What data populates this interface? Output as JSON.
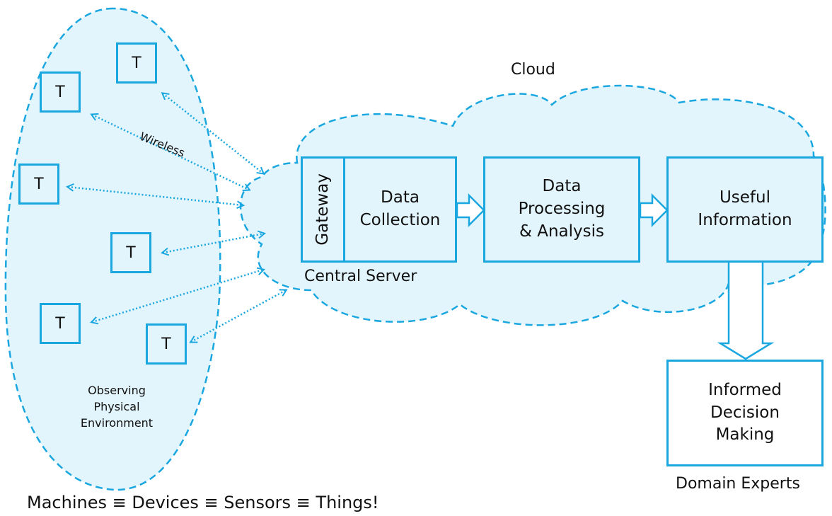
{
  "colors": {
    "stroke": "#1aa7e0",
    "fill": "#e3f5fc",
    "text": "#111111"
  },
  "environment": {
    "label": "Observing Physical Environment",
    "label_lines": [
      "Observing",
      "Physical",
      "Environment"
    ],
    "things": [
      {
        "id": "t1",
        "label": "T"
      },
      {
        "id": "t2",
        "label": "T"
      },
      {
        "id": "t3",
        "label": "T"
      },
      {
        "id": "t4",
        "label": "T"
      },
      {
        "id": "t5",
        "label": "T"
      },
      {
        "id": "t6",
        "label": "T"
      }
    ],
    "link_label": "Wireless"
  },
  "cloud": {
    "label": "Cloud"
  },
  "central_server": {
    "label": "Central Server",
    "gateway": "Gateway",
    "collection_lines": [
      "Data",
      "Collection"
    ]
  },
  "processing": {
    "lines": [
      "Data",
      "Processing",
      "& Analysis"
    ]
  },
  "information": {
    "lines": [
      "Useful",
      "Information"
    ]
  },
  "decision": {
    "lines": [
      "Informed",
      "Decision",
      "Making"
    ],
    "caption": "Domain Experts"
  },
  "footer": "Machines ≡ Devices ≡ Sensors ≡ Things!"
}
